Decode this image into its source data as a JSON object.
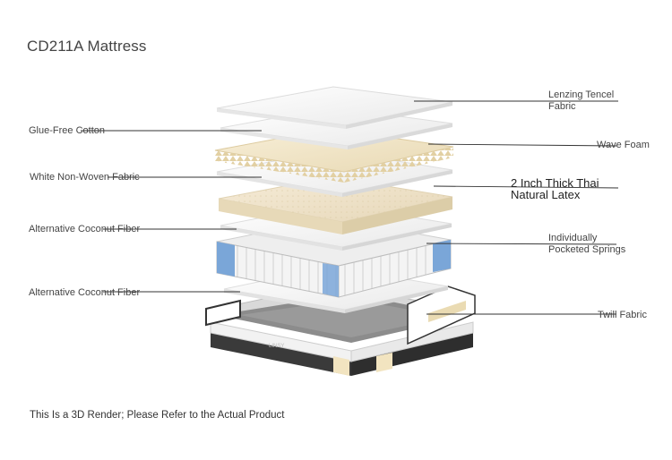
{
  "title": "CD211A Mattress",
  "labels": {
    "lenzing": [
      "Lenzing Tencel",
      "Fabric"
    ],
    "glue_free": "Glue-Free Cotton",
    "wave_foam": "Wave Foam",
    "non_woven": "White Non-Woven Fabric",
    "latex": [
      "2 Inch Thick Thai",
      "Natural Latex"
    ],
    "coconut_1": "Alternative Coconut Fiber",
    "springs": [
      "Individually",
      "Pocketed Springs"
    ],
    "coconut_2": "Alternative Coconut Fiber",
    "twill": "Twill Fabric"
  },
  "base_logo": "LINSY",
  "footer": "This Is a 3D Render; Please Refer to the Actual Product",
  "colors": {
    "text": "#444444",
    "leader_line": "#333333",
    "white_layer": "#f4f4f4",
    "foam": "#efe3c4",
    "latex": "#ece0c6",
    "spring_blue": "#7aa6d8",
    "base_dark": "#3a3a3a"
  }
}
